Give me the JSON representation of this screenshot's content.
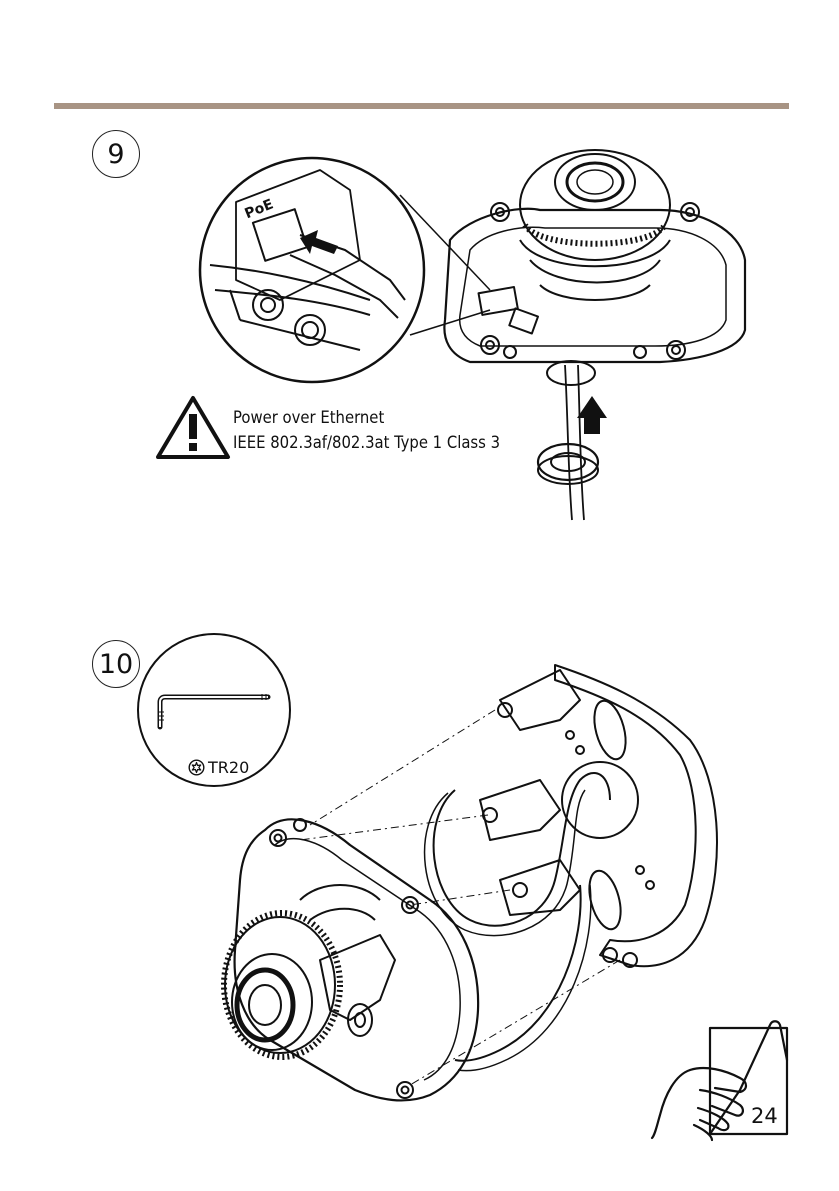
{
  "page": {
    "page_number": "24",
    "rule_color": "#a89484"
  },
  "step9": {
    "number": "9",
    "port_label": "PoE",
    "warning_icon": "warning-triangle-icon",
    "warning_line1": "Power over Ethernet",
    "warning_line2": "IEEE 802.3af/802.3at Type 1 Class 3"
  },
  "step10": {
    "number": "10",
    "tool_icon": "hex-key-tool-icon",
    "tool_label": "TR20"
  },
  "footer": {
    "icon": "page-turn-hand-icon"
  }
}
